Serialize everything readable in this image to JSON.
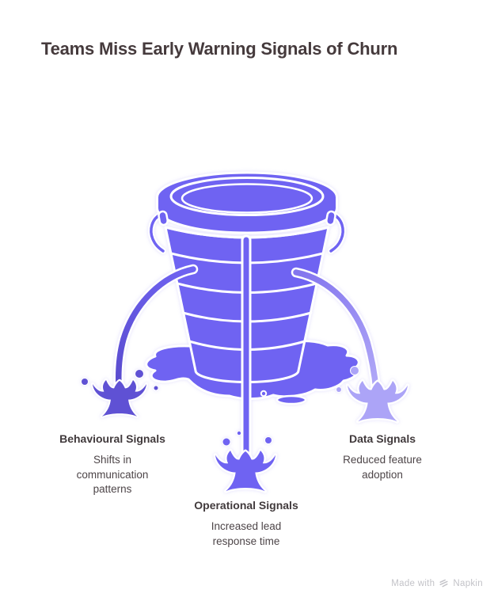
{
  "title": "Teams Miss Early Warning Signals of Churn",
  "diagram": {
    "type": "leaky-bucket",
    "labels": [
      {
        "heading": "Behavioural Signals",
        "body": "Shifts in\ncommunication\npatterns"
      },
      {
        "heading": "Operational Signals",
        "body": "Increased lead\nresponse time"
      },
      {
        "heading": "Data Signals",
        "body": "Reduced feature\nadoption"
      }
    ]
  },
  "colors": {
    "bucket": "#6F63F2",
    "leak_left_start": "#6F63F2",
    "leak_left_end": "#584ACC",
    "splash_left": "#5F51D4",
    "leak_right_start": "#8375EE",
    "leak_right_end": "#B3ABF8",
    "splash_right": "#ACA4F7",
    "outline": "#FFFFFF",
    "title_text": "#453A3C",
    "label_heading": "#413A3C",
    "label_body": "#4D4548",
    "watermark_text": "#C3C3C8"
  },
  "watermark": {
    "prefix": "Made with",
    "brand": "Napkin"
  }
}
